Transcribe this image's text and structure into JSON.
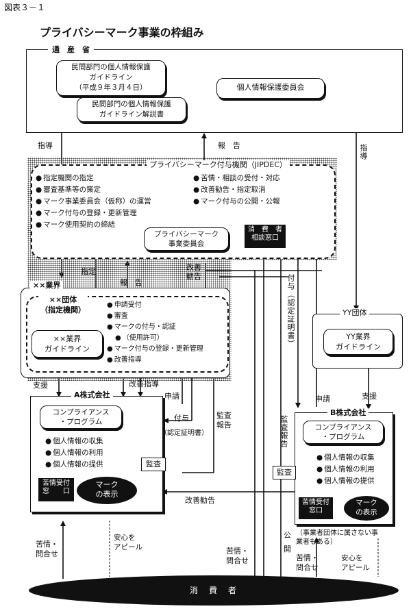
{
  "fig_label": "図表３－１",
  "title": "プライバシーマーク事業の枠組み",
  "miti": {
    "label": "通　産　省",
    "guideline": [
      "民間部門の個人情報保護",
      "ガイドライン",
      "（平成９年３月４日）"
    ],
    "guideline_commentary": [
      "民間部門の個人情報保護",
      "ガイドライン解説書"
    ],
    "committee": "個人情報保護委員会"
  },
  "jipdec": {
    "label": "プライバシーマーク付与機関（JIPDEC）",
    "duties_left": [
      "指定機関の指定",
      "審査基準等の策定",
      "マーク事業委員会（仮称）の運営",
      "マーク付与の登録・更新管理",
      "マーク使用契約の締結"
    ],
    "duties_right": [
      "苦情・相談の受付・対応",
      "改善勧告・指定取消",
      "マーク付与の公開・公報"
    ],
    "committee": [
      "プライバシーマーク",
      "事業委員会"
    ],
    "consumer_desk": [
      "消　費　者",
      "相談窓口"
    ]
  },
  "industry": {
    "label": "××業界",
    "group": [
      "××団体",
      "（指定機関）"
    ],
    "guideline": [
      "××業界",
      "ガイドライン"
    ],
    "duties": [
      "申請受付",
      "審査",
      "マークの付与・認証",
      "（使用許可）",
      "マーク付与の登録・更新管理",
      "改善指導"
    ]
  },
  "yy": {
    "label": "YY団体",
    "guideline": [
      "YY業界",
      "ガイドライン"
    ]
  },
  "company_a": {
    "label": "A株式会社",
    "program": [
      "コンプライアンス",
      "・プログラム"
    ],
    "items": [
      "個人情報の収集",
      "個人情報の利用",
      "個人情報の提供"
    ],
    "complaint": [
      "苦情受付",
      "窓　　口"
    ],
    "mark": [
      "マーク",
      "の表示"
    ],
    "audit": "監査"
  },
  "company_b": {
    "label": "B株式会社",
    "program": [
      "コンプライアンス",
      "・プログラム"
    ],
    "items": [
      "個人情報の収集",
      "個人情報の利用",
      "個人情報の提供"
    ],
    "complaint": [
      "苦情受付",
      "窓口"
    ],
    "mark": [
      "マーク",
      "の表示"
    ],
    "audit": "監査",
    "note": [
      "（事業者団体に属さない事",
      "業者もある）"
    ]
  },
  "arrows": {
    "shido_left": "指導",
    "hokoku_top": "報　告",
    "shido_right": "指導",
    "shitei": "指定",
    "hokoku_mid": "報　告",
    "kaizen_kankoku_top": [
      "改善",
      "勧告"
    ],
    "fuyo_right": [
      "付与",
      "（認定証明書）"
    ],
    "shien_left": "支援",
    "kaizen_shido": "改善指導",
    "shinsei_a": "申請",
    "fuyo_a": "付与",
    "fuyo_a_cert": "（認定証明書）",
    "kansa_hokoku_a": [
      "監査",
      "報告"
    ],
    "kansa_hokoku_b": [
      "監査",
      "報告"
    ],
    "shinsei_b": "申請",
    "shien_right": "支援",
    "kaizen_kankoku_bottom": "改善勧告",
    "kujo_a": [
      "苦情・",
      "問合せ"
    ],
    "anshin_a": [
      "安心を",
      "アピール"
    ],
    "kujo_mid": [
      "苦情・",
      "問合せ"
    ],
    "kokai": [
      "公",
      "開"
    ],
    "kujo_b": [
      "苦情・",
      "問合せ"
    ],
    "anshin_b": [
      "安心を",
      "アピール"
    ]
  },
  "consumer": "消　費　者"
}
